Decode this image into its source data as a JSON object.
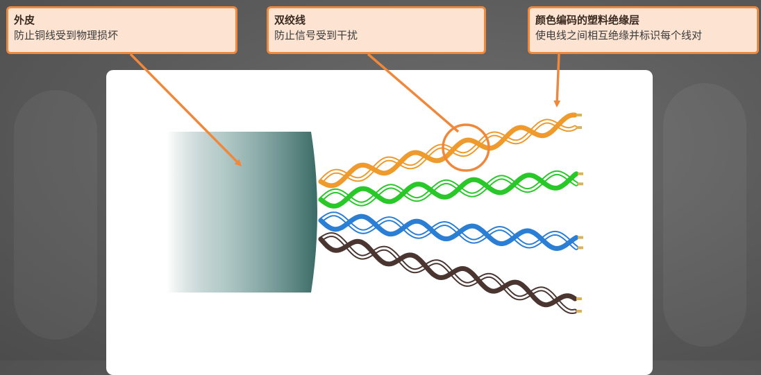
{
  "callouts": {
    "jacket": {
      "title": "外皮",
      "desc": "防止铜线受到物理损坏"
    },
    "twisted_pair": {
      "title": "双绞线",
      "desc": "防止信号受到干扰"
    },
    "insulation": {
      "title": "颜色编码的塑料绝缘层",
      "desc": "使电线之间相互绝缘并标识每个线对"
    }
  },
  "colors": {
    "accent": "#f0883c",
    "callout_bg": "#fce3d2",
    "pair_orange": "#ee9a2c",
    "pair_green": "#28c828",
    "pair_blue": "#2a7fd4",
    "pair_brown": "#4a3530",
    "jacket": "#3f6e6a"
  },
  "icons": [
    "arrow-icon",
    "highlight-circle-icon"
  ]
}
